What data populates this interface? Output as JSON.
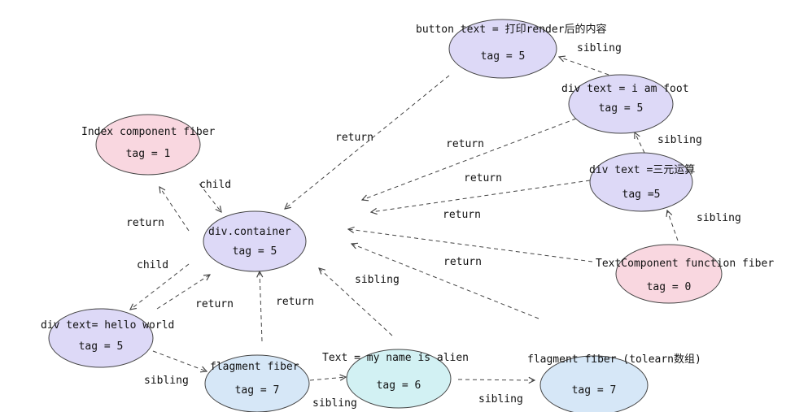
{
  "colors": {
    "pink": "#f9d7e0",
    "lavender": "#ddd9f7",
    "cyan": "#d2f1f3",
    "blue": "#d6e7f7",
    "stroke": "#444444"
  },
  "nodes": [
    {
      "id": "button",
      "name": "node-button-text",
      "title": "button text = 打印render后的内容",
      "tag": "tag = 5",
      "color": "lavender"
    },
    {
      "id": "divfoot",
      "name": "node-div-i-am-foot",
      "title": "div text =  i am foot",
      "tag": "tag = 5",
      "color": "lavender"
    },
    {
      "id": "divsan",
      "name": "node-div-san-yuan",
      "title": "div text =三元运算",
      "tag": "tag =5",
      "color": "lavender"
    },
    {
      "id": "index",
      "name": "node-index-component-fiber",
      "title": "Index component fiber",
      "tag": "tag = 1",
      "color": "pink"
    },
    {
      "id": "container",
      "name": "node-div-container",
      "title": "div.container",
      "tag": "tag = 5",
      "color": "lavender"
    },
    {
      "id": "textcomp",
      "name": "node-text-component-function-fiber",
      "title": "TextComponent  function fiber",
      "tag": "tag = 0",
      "color": "pink"
    },
    {
      "id": "hello",
      "name": "node-div-hello-world",
      "title": "div text= hello world",
      "tag": "tag = 5",
      "color": "lavender"
    },
    {
      "id": "flag1",
      "name": "node-flagment-fiber",
      "title": "flagment fiber",
      "tag": "tag = 7",
      "color": "blue"
    },
    {
      "id": "textalien",
      "name": "node-text-my-name-is-alien",
      "title": "Text = my name is alien",
      "tag": "tag = 6",
      "color": "cyan"
    },
    {
      "id": "flag2",
      "name": "node-flagment-fiber-tolearn",
      "title": "flagment fiber (tolearn数组)",
      "tag": "tag = 7",
      "color": "blue"
    }
  ],
  "edges": [
    {
      "label": "return"
    },
    {
      "label": "sibling"
    },
    {
      "label": "return"
    },
    {
      "label": "sibling"
    },
    {
      "label": "return"
    },
    {
      "label": "sibling"
    },
    {
      "label": "return"
    },
    {
      "label": "return"
    },
    {
      "label": "child"
    },
    {
      "label": "return"
    },
    {
      "label": "child"
    },
    {
      "label": "return"
    },
    {
      "label": "return"
    },
    {
      "label": "sibling"
    },
    {
      "label": "sibling"
    },
    {
      "label": "sibling"
    },
    {
      "label": "sibling"
    }
  ]
}
